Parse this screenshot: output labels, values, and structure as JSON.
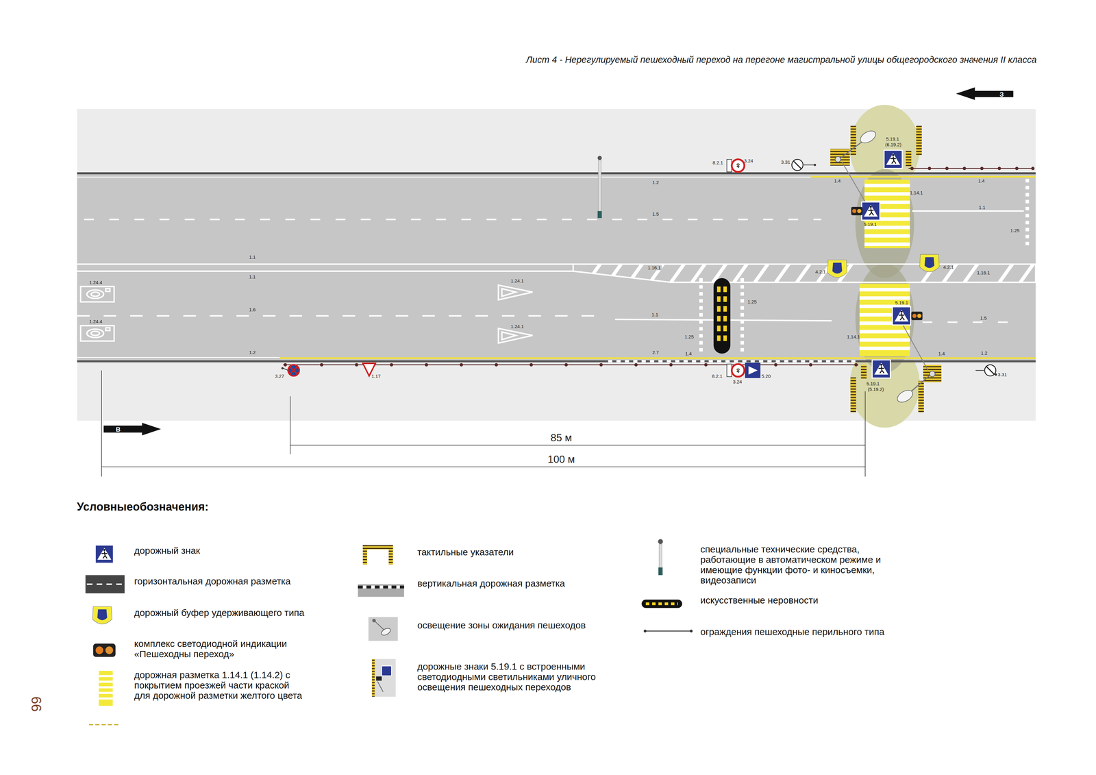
{
  "diagram": {
    "title": "Лист 4 - Нерегулируемый пешеходный переход на перегоне магистральной улицы общегородского значения II класса",
    "labels": [
      "З",
      "8.2.1",
      "40",
      "3.24",
      "3.31",
      "5.19.1",
      "(6.19.2)",
      "1.2",
      "1.4",
      "1.4",
      "1.14.1",
      "1.1",
      "1.5",
      "5.19.1",
      "1.25",
      "1.1",
      "1.16.1",
      "4.2.1",
      "4.2.1",
      "1.16.1",
      "1.1",
      "1.24.4",
      "1.24.1",
      "1.25",
      "5.19.1",
      "1.6",
      "1.1",
      "1.5",
      "1.24.4",
      "1.24.1",
      "1.25",
      "1.14.1",
      "1.2",
      "2.7",
      "1.4",
      "1.4",
      "1.2",
      "3.27",
      "1.17",
      "8.2.1",
      "40",
      "5.20",
      "3.24",
      "5.19.1",
      "(5.19.2)",
      "3.31",
      "В",
      "85 м",
      "100 м",
      "Условныеобозначения:",
      "66"
    ],
    "legend": [
      {
        "text": "дорожный знак"
      },
      {
        "text": "горизонтальная дорожная разметка"
      },
      {
        "text": "дорожный буфер удерживающего типа"
      },
      {
        "text": "комплекс светодиодной индикации «Пешеходны переход»"
      },
      {
        "text": "дорожная разметка 1.14.1 (1.14.2) с покрытием проезжей части краской для дорожной разметки желтого цвета"
      },
      {
        "text": "тактильные указатели"
      },
      {
        "text": "вертикальная дорожная разметка"
      },
      {
        "text": "освещение зоны ожидания пешеходов"
      },
      {
        "text": "дорожные знаки 5.19.1 с встроенными светодиодными светильниками уличного освещения пешеходных переходов"
      },
      {
        "text": "специальные технические средства, работающие в автоматическом режиме и имеющие функции фото- и киносъемки, видеозаписи"
      },
      {
        "text": "искусственные неровности"
      },
      {
        "text": "ограждения пешеходные перильного типа"
      }
    ]
  }
}
